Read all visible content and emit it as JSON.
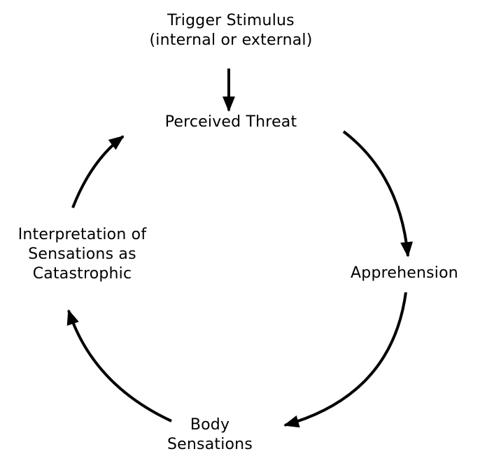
{
  "diagram": {
    "type": "cycle",
    "entry_node": {
      "id": "trigger",
      "lines": [
        "Trigger Stimulus",
        "(internal or external)"
      ]
    },
    "nodes": [
      {
        "id": "threat",
        "lines": [
          "Perceived Threat"
        ]
      },
      {
        "id": "apprehension",
        "lines": [
          "Apprehension"
        ]
      },
      {
        "id": "body",
        "lines": [
          "Body",
          "Sensations"
        ]
      },
      {
        "id": "interpretation",
        "lines": [
          "Interpretation of",
          "Sensations as",
          "Catastrophic"
        ]
      }
    ],
    "edges": [
      {
        "from": "trigger",
        "to": "threat"
      },
      {
        "from": "threat",
        "to": "apprehension"
      },
      {
        "from": "apprehension",
        "to": "body"
      },
      {
        "from": "body",
        "to": "interpretation"
      },
      {
        "from": "interpretation",
        "to": "threat"
      }
    ],
    "colors": {
      "ink": "#000000",
      "background": "#ffffff"
    }
  }
}
